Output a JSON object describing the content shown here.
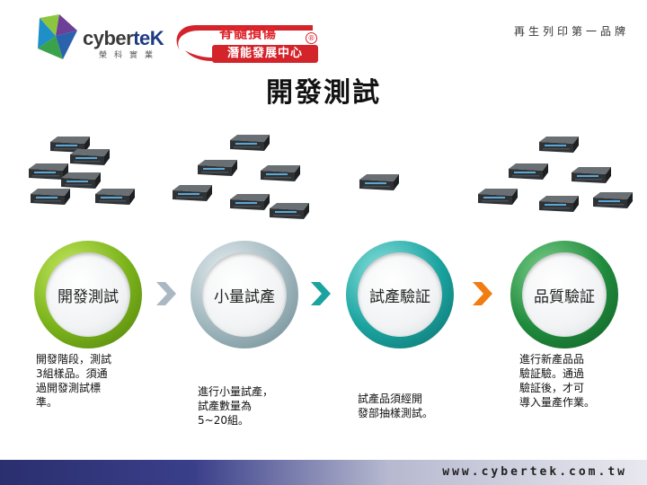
{
  "header": {
    "logo_name": "cyber",
    "logo_tek": "teK",
    "logo_sub": "榮科實業",
    "banner_line1": "脊髓損傷",
    "banner_line2": "潛能發展中心",
    "reg_mark": "®",
    "tagline": "再生列印第一品牌"
  },
  "title": "開發測試",
  "steps": [
    {
      "label": "開發測試",
      "description": "開發階段，測試\n3組樣品。須通\n過開發測試標\n準。"
    },
    {
      "label": "小量試產",
      "description": "進行小量試產，\n試產數量為\n5~20組。"
    },
    {
      "label": "試產驗証",
      "description": "試產品須經開\n發部抽樣測試。"
    },
    {
      "label": "品質驗証",
      "description": "進行新產品品\n驗証驗。通過\n驗証後，才可\n導入量產作業。"
    }
  ],
  "colors": {
    "step1": "#7ab21a",
    "step2": "#9fb6bd",
    "step3": "#1aa39f",
    "step4": "#1f8a3c",
    "arrow1": "#a9b8c2",
    "arrow2": "#1aa39f",
    "arrow3": "#f07c12"
  },
  "footer": {
    "url": "www.cybertek.com.tw"
  }
}
